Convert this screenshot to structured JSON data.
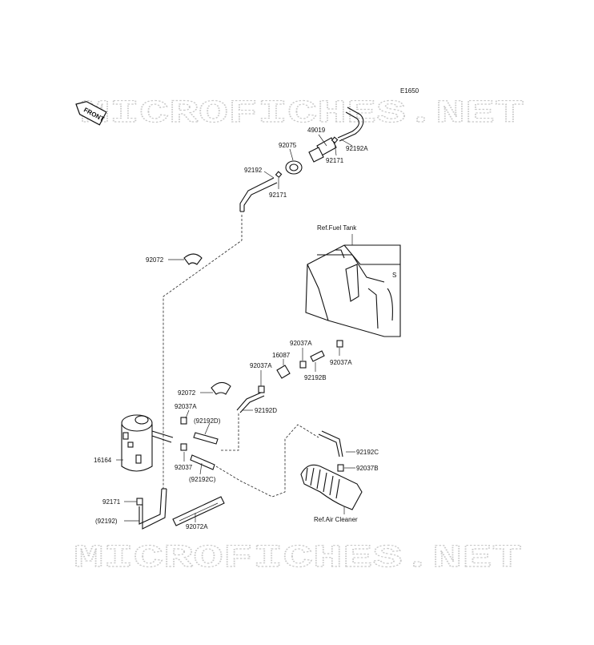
{
  "diagram": {
    "code": "E1650",
    "watermark": "MICROFICHES.NET",
    "front_badge": "FRONT",
    "refs": {
      "fuel_tank": "Ref.Fuel Tank",
      "air_cleaner": "Ref.Air Cleaner"
    },
    "labels": {
      "p49019": "49019",
      "p92075": "92075",
      "p92192": "92192",
      "p92171_top": "92171",
      "p92171_mid": "92171",
      "p92192A": "92192A",
      "p92072_top": "92072",
      "p92037A_a": "92037A",
      "p16087": "16087",
      "p92037A_b": "92037A",
      "p92192B": "92192B",
      "p92037A_c": "92037A",
      "p92072_mid": "92072",
      "p92192D": "92192D",
      "p92037A_d": "92037A",
      "p92192D_paren": "(92192D)",
      "p92192C": "92192C",
      "p16164": "16164",
      "p92037": "92037",
      "p92037B": "92037B",
      "p92192C_paren": "(92192C)",
      "p92171_bot": "92171",
      "p92192_paren": "(92192)",
      "p92072A": "92072A"
    }
  }
}
